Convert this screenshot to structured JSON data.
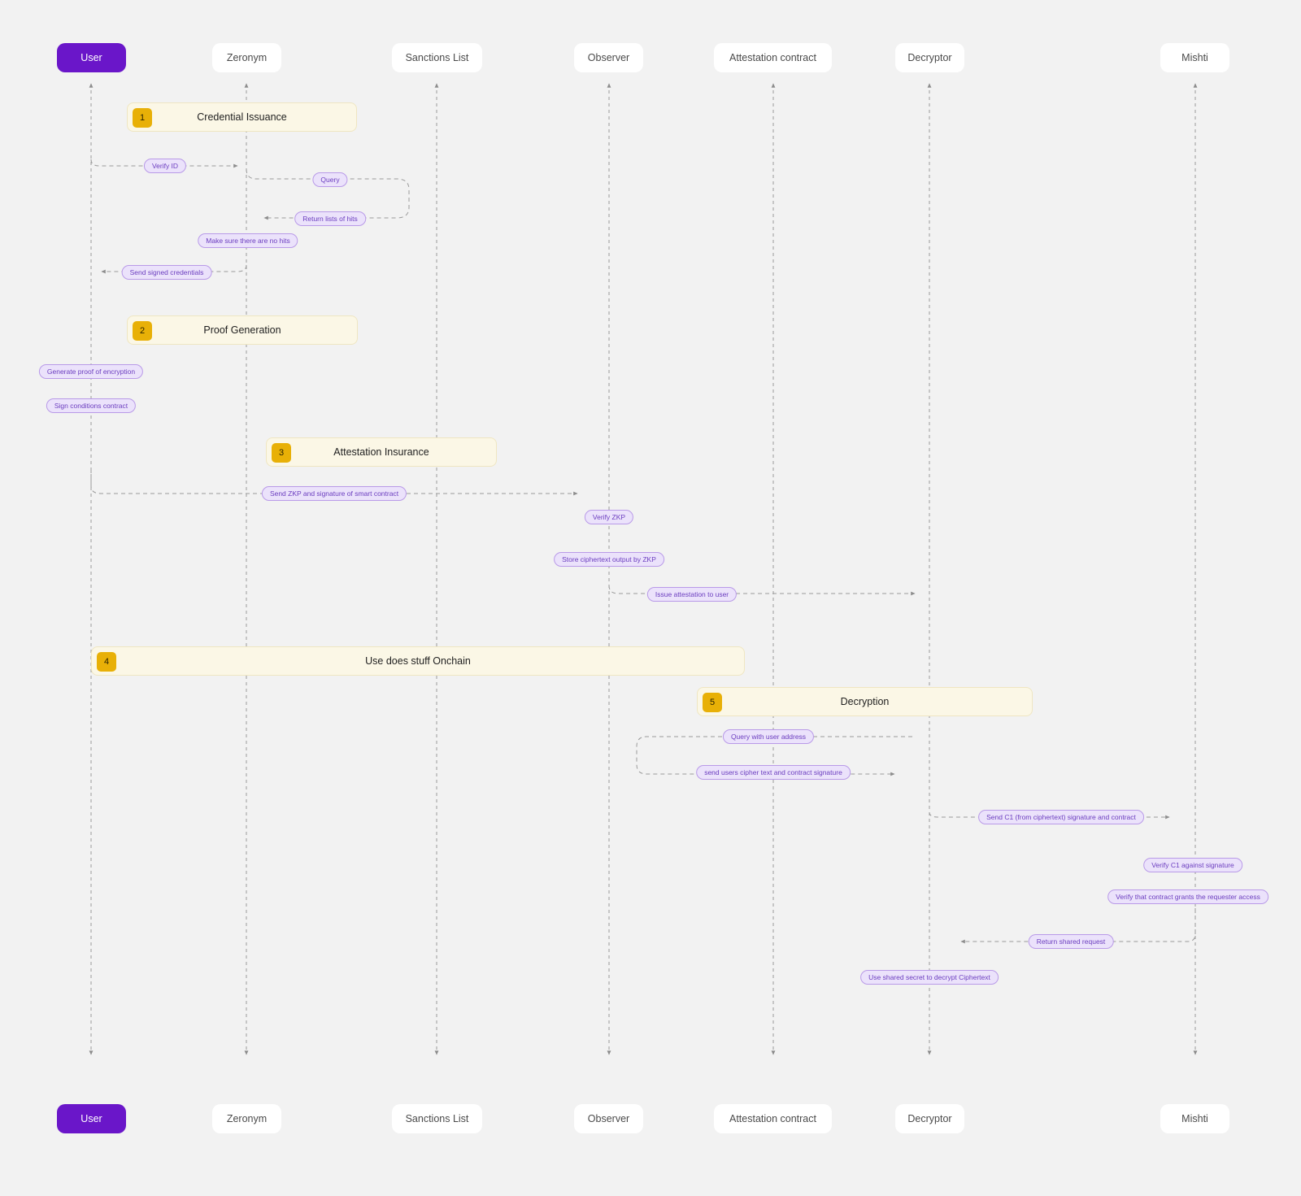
{
  "actors": [
    {
      "label": "User"
    },
    {
      "label": "Zeronym"
    },
    {
      "label": "Sanctions List"
    },
    {
      "label": "Observer"
    },
    {
      "label": "Attestation contract"
    },
    {
      "label": "Decryptor"
    },
    {
      "label": "Mishti"
    }
  ],
  "sections": [
    {
      "number": "1",
      "title": "Credential Issuance"
    },
    {
      "number": "2",
      "title": "Proof Generation"
    },
    {
      "number": "3",
      "title": "Attestation Insurance"
    },
    {
      "number": "4",
      "title": "Use does stuff Onchain"
    },
    {
      "number": "5",
      "title": "Decryption"
    }
  ],
  "messages": [
    "Verify ID",
    "Query",
    "Return lists of hits",
    "Make sure there are no hits",
    "Send signed credentials",
    "Generate proof of encryption",
    "Sign conditions contract",
    "Send ZKP and signature of smart contract",
    "Verify ZKP",
    "Store ciphertext output by ZKP",
    "Issue attestation to user",
    "Query with user address",
    "send users cipher text and contract signature",
    "Send C1 (from ciphertext) signature and contract",
    "Verify C1 against signature",
    "Verify that contract grants the requester access",
    "Return shared request",
    "Use shared secret to decrypt Ciphertext"
  ],
  "colors": {
    "background": "#f2f2f2",
    "primary_actor": "#6a16c9",
    "section_badge": "#e8b007",
    "section_fill": "#fbf7e6",
    "pill_fill": "#ebe2fb",
    "pill_text": "#6b3dbf",
    "lifeline": "#9a9a9a"
  }
}
